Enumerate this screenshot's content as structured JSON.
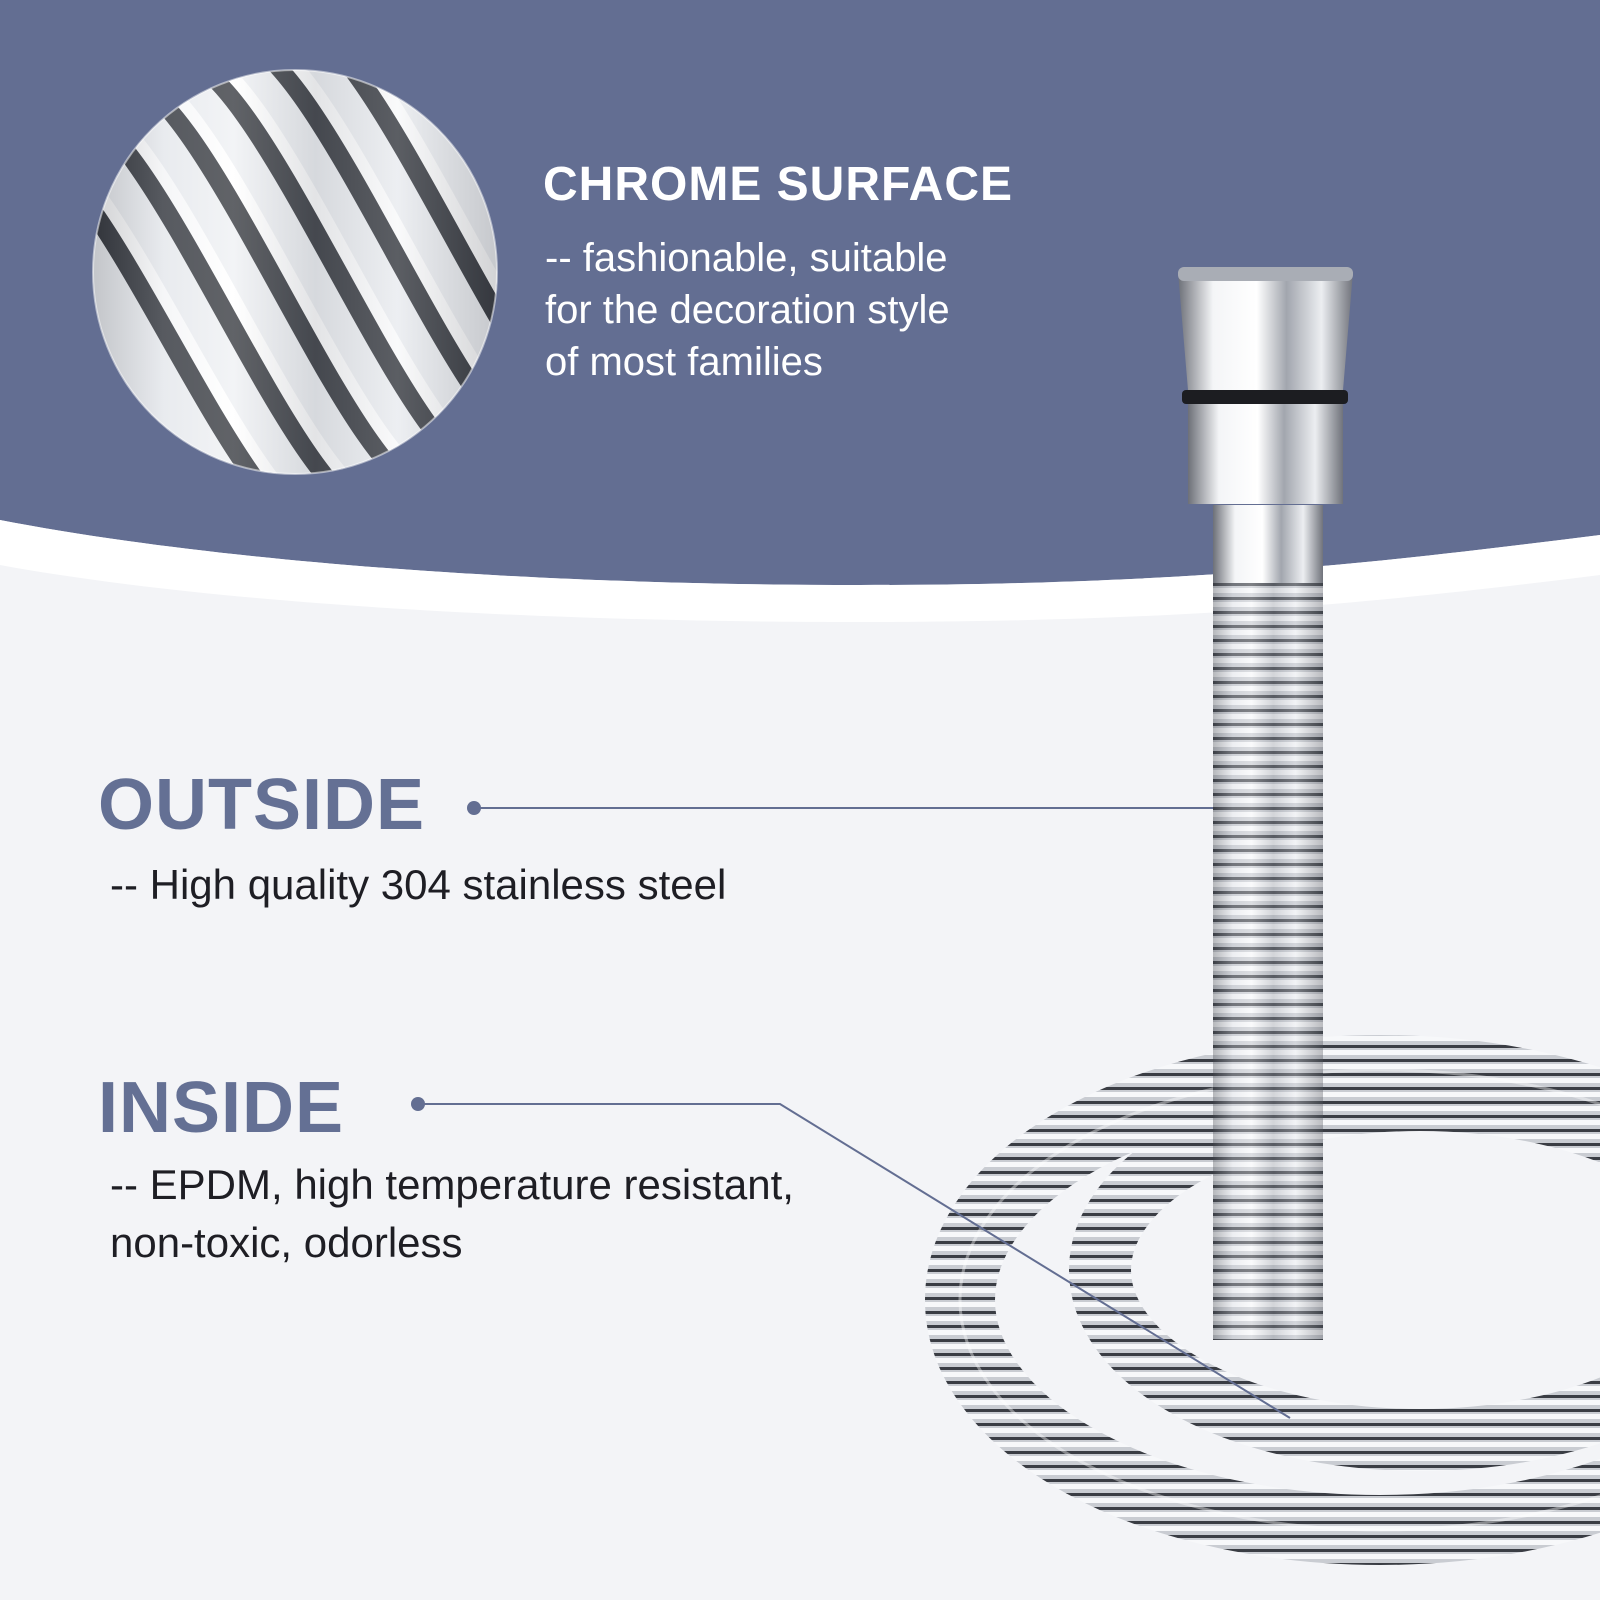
{
  "chrome_surface": {
    "title": "CHROME SURFACE",
    "lines": [
      "-- fashionable, suitable",
      "for the decoration style",
      "of most families"
    ]
  },
  "outside": {
    "title": "OUTSIDE",
    "description": "-- High quality 304 stainless steel"
  },
  "inside": {
    "title": "INSIDE",
    "lines": [
      "-- EPDM, high temperature resistant,",
      "non-toxic, odorless"
    ]
  },
  "colors": {
    "banner": "#636e92",
    "background": "#f3f4f7",
    "accent_text": "#647094",
    "body_text": "#1e1e24"
  }
}
